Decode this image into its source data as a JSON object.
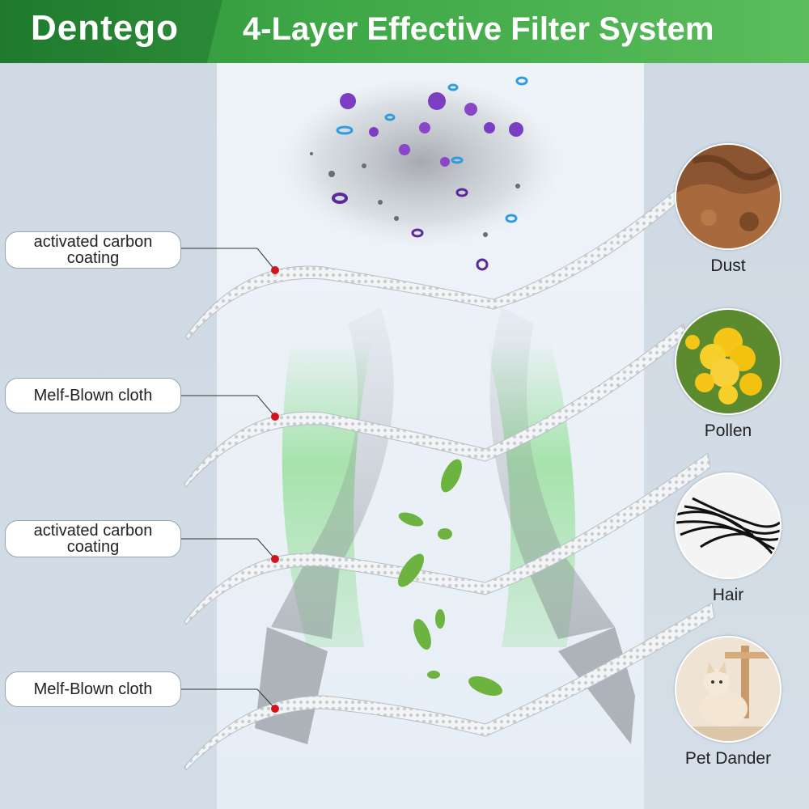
{
  "header": {
    "brand": "Dentego",
    "title": "4-Layer Effective Filter System"
  },
  "layers": [
    {
      "label": "activated carbon coating"
    },
    {
      "label": "Melf-Blown cloth"
    },
    {
      "label": "activated carbon coating"
    },
    {
      "label": "Melf-Blown cloth"
    }
  ],
  "pollutants": [
    {
      "label": "Dust",
      "icon": "dust-icon"
    },
    {
      "label": "Pollen",
      "icon": "pollen-icon"
    },
    {
      "label": "Hair",
      "icon": "hair-icon"
    },
    {
      "label": "Pet Dander",
      "icon": "cat-icon"
    }
  ],
  "colors": {
    "header_green": "#3ea746",
    "brand_green": "#1f7a2e",
    "marker_red": "#d4141b",
    "airflow_green": "#6fd86f"
  }
}
